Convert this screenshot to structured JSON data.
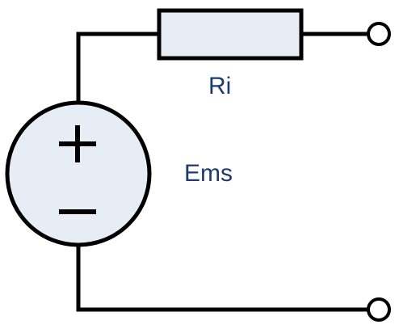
{
  "diagram": {
    "type": "circuit",
    "components": {
      "resistor": {
        "label": "Ri",
        "fill": "#e6edf5"
      },
      "voltage_source": {
        "label": "Ems",
        "fill": "#e6edf5",
        "plus_symbol": "+",
        "minus_symbol": "−"
      },
      "terminals": [
        "output-terminal-top",
        "output-terminal-bottom"
      ]
    },
    "colors": {
      "wire": "#000000",
      "label_text": "#1f3b6e",
      "component_fill": "#e6edf5",
      "background": "#ffffff"
    }
  }
}
